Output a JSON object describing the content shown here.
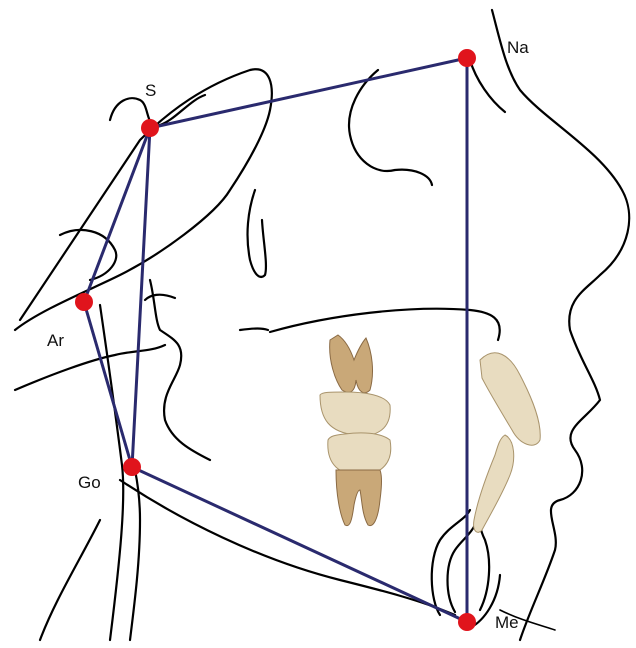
{
  "figure": {
    "landmarks": [
      {
        "id": "S",
        "label": "S"
      },
      {
        "id": "Na",
        "label": "Na"
      },
      {
        "id": "Ar",
        "label": "Ar"
      },
      {
        "id": "Go",
        "label": "Go"
      },
      {
        "id": "Me",
        "label": "Me"
      }
    ],
    "connections": [
      [
        "S",
        "Na"
      ],
      [
        "S",
        "Ar"
      ],
      [
        "S",
        "Go"
      ],
      [
        "Na",
        "Me"
      ],
      [
        "Ar",
        "Go"
      ],
      [
        "Go",
        "Me"
      ]
    ],
    "colors": {
      "landmark": "#e0141c",
      "line": "#2a2a6e",
      "outline": "#000000",
      "tooth_enamel": "#e8dcc0",
      "tooth_root": "#c9a878"
    }
  }
}
